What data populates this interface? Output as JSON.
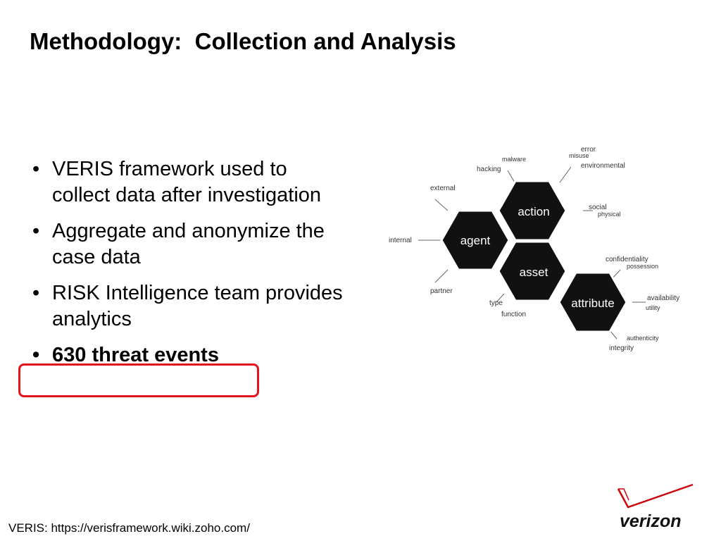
{
  "title": "Methodology:  Collection and Analysis",
  "bullets": [
    {
      "text": "VERIS framework used to collect data after investigation",
      "bold": false
    },
    {
      "text": "Aggregate and anonymize the case data",
      "bold": false
    },
    {
      "text": "RISK Intelligence team provides analytics",
      "bold": false
    },
    {
      "text": "630 threat events",
      "bold": true
    }
  ],
  "bullet_glyph": "•",
  "highlight_color": "#e3141c",
  "diagram": {
    "hex_color": "#111111",
    "hexes": {
      "agent": "agent",
      "action": "action",
      "asset": "asset",
      "attribute": "attribute"
    },
    "labels": {
      "external": "external",
      "internal": "internal",
      "partner": "partner",
      "malware": "malware",
      "hacking": "hacking",
      "error": "error",
      "misuse": "misuse",
      "environmental": "environmental",
      "social": "social",
      "physical": "physical",
      "type": "type",
      "function": "function",
      "confidentiality": "confidentiality",
      "possession": "possession",
      "availability": "availability",
      "utility": "utility",
      "authenticity": "authenticity",
      "integrity": "integrity"
    }
  },
  "source_note": "VERIS: https://verisframework.wiki.zoho.com/",
  "logo": {
    "text": "verizon",
    "check_color": "#cd040b"
  }
}
